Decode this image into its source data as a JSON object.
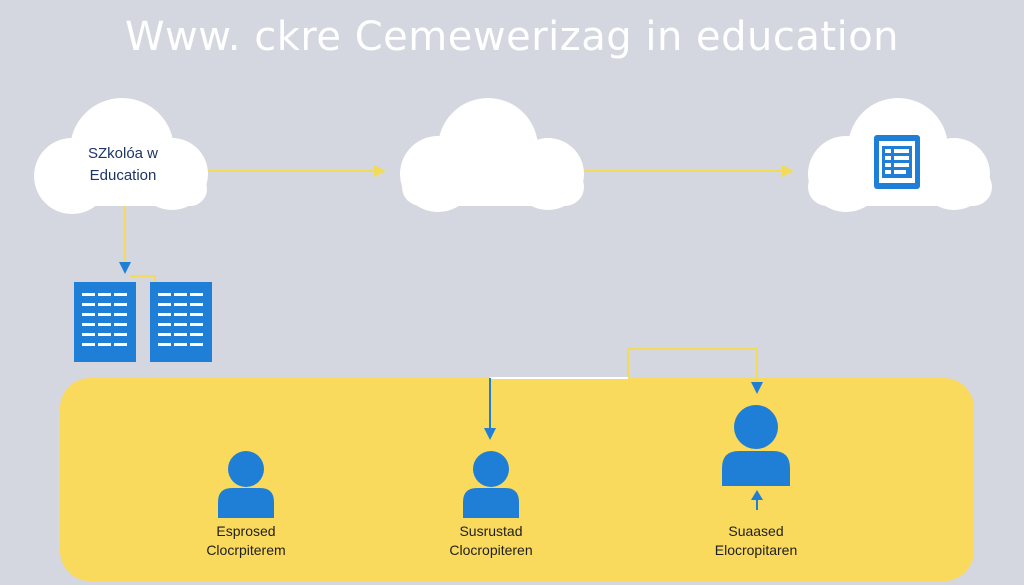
{
  "title": "Www. ckre Cemewerizag in education",
  "nodes": {
    "source_cloud": {
      "line1": "SZkolóa w",
      "line2": "Education"
    },
    "persons": [
      {
        "line1": "Esprosed",
        "line2": "Clocrpiterem"
      },
      {
        "line1": "Susrustad",
        "line2": "Clocropiteren"
      },
      {
        "line1": "Suaased",
        "line2": "Elocropitaren"
      }
    ]
  },
  "colors": {
    "background": "#d4d7e0",
    "cloud": "#ffffff",
    "icon_blue": "#1f7fd6",
    "connector_yellow": "#f2dc57",
    "panel_yellow": "#f9da5c"
  }
}
